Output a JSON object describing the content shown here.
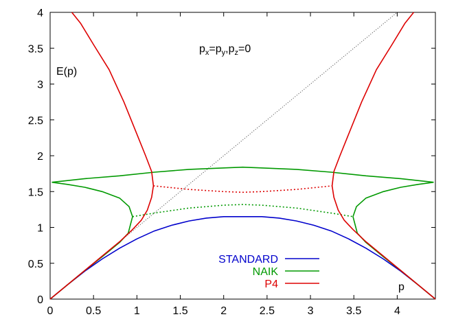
{
  "chart_data": {
    "type": "line",
    "title": "",
    "xlabel": "",
    "ylabel": "",
    "xlim": [
      0,
      4.44
    ],
    "ylim": [
      0,
      4
    ],
    "xticks": [
      "0",
      "0.5",
      "1",
      "1.5",
      "2",
      "2.5",
      "3",
      "3.5",
      "4"
    ],
    "yticks": [
      "0",
      "0.5",
      "1",
      "1.5",
      "2",
      "2.5",
      "3",
      "3.5",
      "4"
    ],
    "grid": false,
    "legend_position": "bottom-center",
    "annotations": {
      "condition_main": "p",
      "condition_sub_x": "x",
      "condition_eq": "=p",
      "condition_sub_y": "y",
      "condition_comma": ",p",
      "condition_sub_z": "z",
      "condition_end": "=0",
      "y_label": "E(p)",
      "x_label": "p"
    },
    "reference_line": {
      "style": "dotted",
      "color": "#555555",
      "x": [
        0,
        4.0
      ],
      "y": [
        0,
        4.0
      ]
    },
    "series": [
      {
        "name": "STANDARD",
        "color": "#0000cc",
        "style": "solid",
        "x": [
          0,
          0.2,
          0.4,
          0.6,
          0.8,
          1.0,
          1.2,
          1.4,
          1.6,
          1.8,
          2.0,
          2.22,
          2.44,
          2.64,
          2.84,
          3.04,
          3.24,
          3.44,
          3.64,
          3.84,
          4.04,
          4.24,
          4.44
        ],
        "y": [
          0,
          0.2,
          0.39,
          0.56,
          0.71,
          0.84,
          0.95,
          1.03,
          1.09,
          1.13,
          1.15,
          1.15,
          1.15,
          1.13,
          1.09,
          1.03,
          0.95,
          0.84,
          0.71,
          0.56,
          0.39,
          0.2,
          0
        ]
      },
      {
        "name": "NAIK",
        "color": "#009900",
        "style": "solid",
        "segments": [
          {
            "x": [
              0,
              0.2,
              0.4,
              0.6,
              0.8,
              0.9,
              0.95
            ],
            "y": [
              0,
              0.2,
              0.4,
              0.59,
              0.79,
              0.92,
              1.15
            ]
          },
          {
            "x": [
              0.95,
              0.91,
              0.8,
              0.6,
              0.4,
              0.2,
              0.02
            ],
            "y": [
              1.15,
              1.29,
              1.41,
              1.5,
              1.56,
              1.6,
              1.63
            ]
          },
          {
            "x": [
              0.02,
              0.4,
              0.8,
              1.2,
              1.6,
              2.0,
              2.22,
              2.44,
              2.84,
              3.24,
              3.64,
              4.04,
              4.42
            ],
            "y": [
              1.63,
              1.68,
              1.72,
              1.77,
              1.81,
              1.83,
              1.84,
              1.83,
              1.81,
              1.77,
              1.72,
              1.68,
              1.63
            ]
          },
          {
            "x": [
              4.42,
              4.24,
              4.04,
              3.84,
              3.64,
              3.53,
              3.49
            ],
            "y": [
              1.63,
              1.6,
              1.56,
              1.5,
              1.41,
              1.29,
              1.15
            ]
          },
          {
            "x": [
              3.49,
              3.54,
              3.64,
              3.84,
              4.04,
              4.24,
              4.44
            ],
            "y": [
              1.15,
              0.92,
              0.79,
              0.59,
              0.4,
              0.2,
              0
            ]
          }
        ],
        "dotted_segment": {
          "x": [
            0.95,
            1.2,
            1.6,
            2.0,
            2.22,
            2.44,
            2.84,
            3.24,
            3.49
          ],
          "y": [
            1.15,
            1.2,
            1.27,
            1.31,
            1.32,
            1.31,
            1.27,
            1.2,
            1.15
          ]
        }
      },
      {
        "name": "P4",
        "color": "#dd0000",
        "style": "solid",
        "segments": [
          {
            "x": [
              0,
              0.3,
              0.6,
              0.8,
              0.95,
              1.05,
              1.12,
              1.17,
              1.19
            ],
            "y": [
              0,
              0.3,
              0.6,
              0.8,
              0.97,
              1.1,
              1.24,
              1.42,
              1.58
            ]
          },
          {
            "x": [
              1.19,
              1.17,
              1.1,
              1.0,
              0.85,
              0.68,
              0.5,
              0.35,
              0.25
            ],
            "y": [
              1.58,
              1.78,
              2.0,
              2.3,
              2.75,
              3.2,
              3.55,
              3.85,
              4.0
            ]
          },
          {
            "x": [
              3.25,
              3.27,
              3.34,
              3.44,
              3.59,
              3.76,
              3.94,
              4.09,
              4.19
            ],
            "y": [
              1.58,
              1.78,
              2.0,
              2.3,
              2.75,
              3.2,
              3.55,
              3.85,
              4.0
            ]
          },
          {
            "x": [
              3.25,
              3.27,
              3.32,
              3.39,
              3.49,
              3.64,
              3.84,
              4.14,
              4.44
            ],
            "y": [
              1.58,
              1.42,
              1.24,
              1.1,
              0.97,
              0.8,
              0.6,
              0.3,
              0
            ]
          }
        ],
        "dotted_segment": {
          "x": [
            1.19,
            1.6,
            2.0,
            2.22,
            2.44,
            2.84,
            3.25
          ],
          "y": [
            1.58,
            1.53,
            1.5,
            1.49,
            1.5,
            1.53,
            1.58
          ]
        }
      }
    ]
  }
}
